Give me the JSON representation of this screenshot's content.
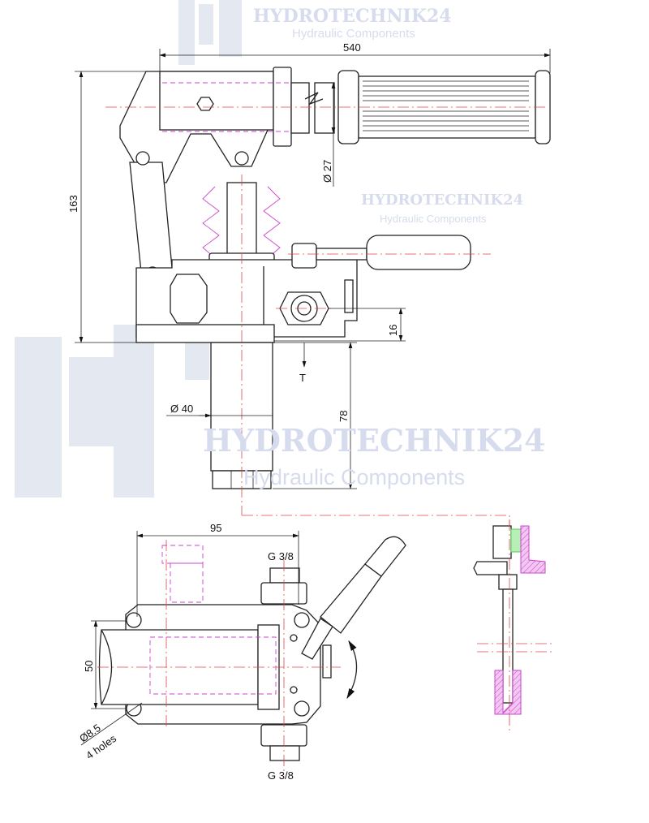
{
  "watermark": {
    "brand": "HYDROTECHNIK24",
    "tagline": "Hydraulic Components"
  },
  "dimensions": {
    "overall_length": "540",
    "height": "163",
    "handle_diameter": "Ø 27",
    "port_height": "16",
    "tank_port": "T",
    "reservoir_diameter": "Ø 40",
    "reservoir_length": "78",
    "base_length": "95",
    "port_top": "G 3/8",
    "port_bottom": "G 3/8",
    "base_width": "50",
    "hole_diameter": "Ø8.5",
    "hole_count": "4 holes"
  },
  "colors": {
    "outline": "#222222",
    "center_line": "#e04848",
    "hidden_line": "#cc44cc",
    "watermark": "#d6dced"
  }
}
